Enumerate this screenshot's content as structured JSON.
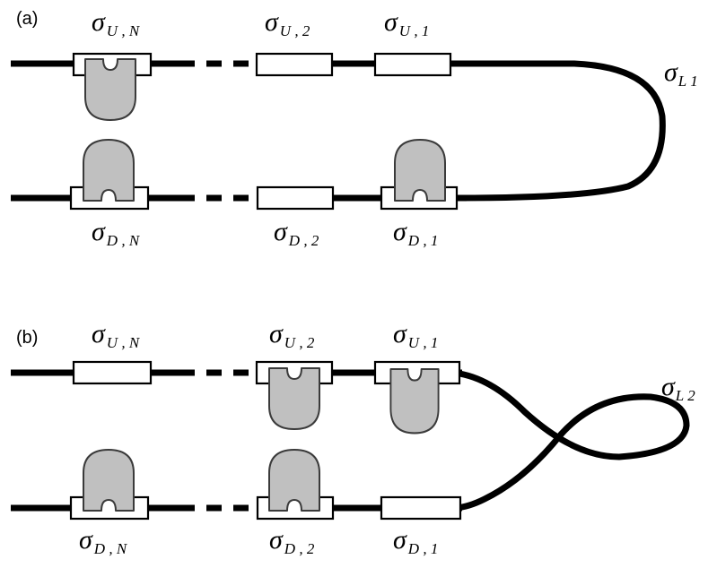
{
  "panels": {
    "a": {
      "label": "(a)",
      "sites": {
        "u_n": {
          "symbol": "σ",
          "subscript": "U , N"
        },
        "u_2": {
          "symbol": "σ",
          "subscript": "U , 2"
        },
        "u_1": {
          "symbol": "σ",
          "subscript": "U , 1"
        },
        "d_n": {
          "symbol": "σ",
          "subscript": "D , N"
        },
        "d_2": {
          "symbol": "σ",
          "subscript": "D , 2"
        },
        "d_1": {
          "symbol": "σ",
          "subscript": "D , 1"
        }
      },
      "loop": {
        "symbol": "σ",
        "subscript": "L 1"
      }
    },
    "b": {
      "label": "(b)",
      "sites": {
        "u_n": {
          "symbol": "σ",
          "subscript": "U , N"
        },
        "u_2": {
          "symbol": "σ",
          "subscript": "U , 2"
        },
        "u_1": {
          "symbol": "σ",
          "subscript": "U , 1"
        },
        "d_n": {
          "symbol": "σ",
          "subscript": "D , N"
        },
        "d_2": {
          "symbol": "σ",
          "subscript": "D , 2"
        },
        "d_1": {
          "symbol": "σ",
          "subscript": "D , 1"
        }
      },
      "loop": {
        "symbol": "σ",
        "subscript": "L 2"
      }
    }
  },
  "colors": {
    "line": "#000000",
    "protein_fill": "#c0c0c0",
    "protein_edge": "#3a3a3a",
    "site_fill": "#ffffff"
  }
}
